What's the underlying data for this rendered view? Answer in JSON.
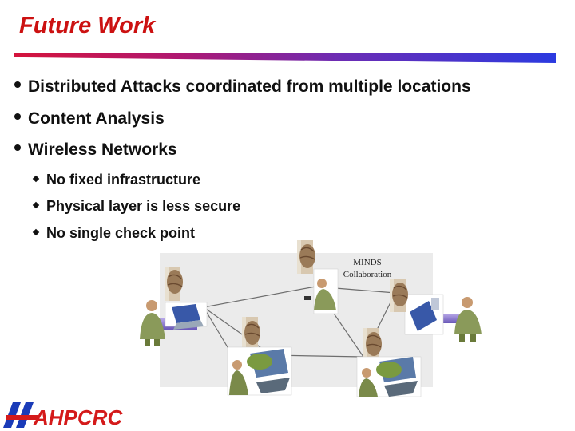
{
  "title": "Future Work",
  "bullets": [
    "Distributed Attacks coordinated from multiple locations",
    "Content Analysis",
    "Wireless Networks"
  ],
  "sub_bullets": [
    "No fixed infrastructure",
    "Physical layer is less secure",
    "No single check point"
  ],
  "diagram": {
    "label_line1": "MINDS",
    "label_line2": "Collaboration"
  },
  "logo": {
    "text": "AHPCRC"
  },
  "colors": {
    "title": "#cc1111",
    "logo_blue": "#1a3bb8",
    "logo_red": "#d41a1a"
  }
}
